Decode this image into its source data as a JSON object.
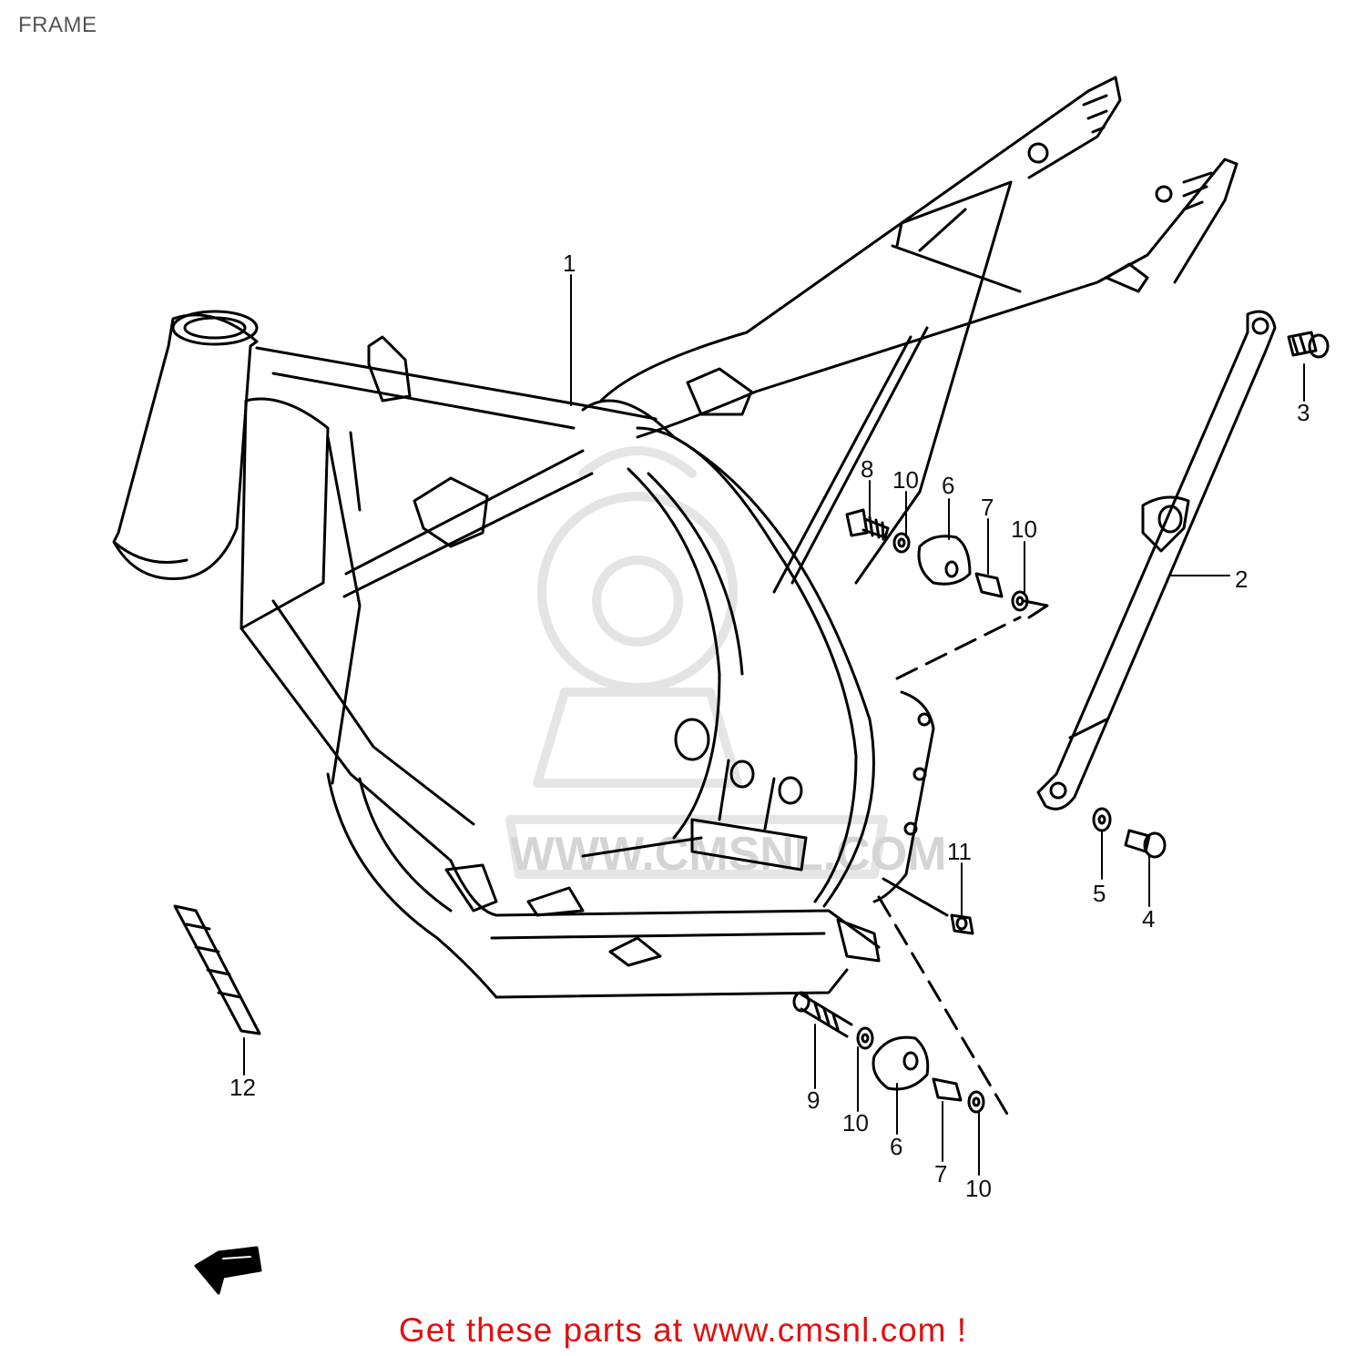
{
  "page": {
    "title": "FRAME",
    "footer_text": "Get these parts at www.cmsnl.com !"
  },
  "watermark": {
    "text": "WWW.CMSNL.COM",
    "color": "#c8c8c8"
  },
  "colors": {
    "line": "#000000",
    "footer": "#e01010"
  },
  "callouts": [
    {
      "id": "c1",
      "label": "1"
    },
    {
      "id": "c2",
      "label": "2"
    },
    {
      "id": "c3",
      "label": "3"
    },
    {
      "id": "c4",
      "label": "4"
    },
    {
      "id": "c5",
      "label": "5"
    },
    {
      "id": "c6a",
      "label": "6"
    },
    {
      "id": "c6b",
      "label": "6"
    },
    {
      "id": "c7a",
      "label": "7"
    },
    {
      "id": "c7b",
      "label": "7"
    },
    {
      "id": "c8",
      "label": "8"
    },
    {
      "id": "c9",
      "label": "9"
    },
    {
      "id": "c10a",
      "label": "10"
    },
    {
      "id": "c10b",
      "label": "10"
    },
    {
      "id": "c10c",
      "label": "10"
    },
    {
      "id": "c10d",
      "label": "10"
    },
    {
      "id": "c11",
      "label": "11"
    },
    {
      "id": "c12",
      "label": "12"
    }
  ]
}
